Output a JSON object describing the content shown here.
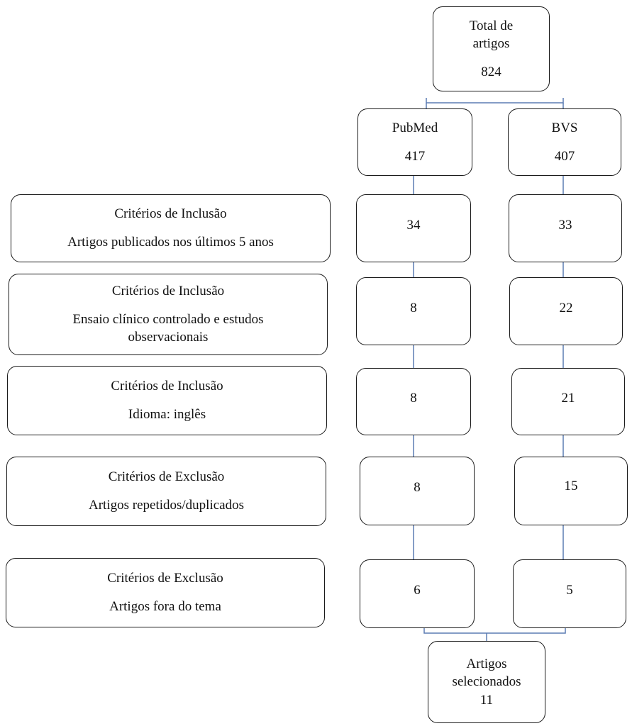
{
  "total": {
    "label_line1": "Total de",
    "label_line2": "artigos",
    "value": "824"
  },
  "sources": [
    {
      "name": "PubMed",
      "value": "417"
    },
    {
      "name": "BVS",
      "value": "407"
    }
  ],
  "steps": [
    {
      "heading": "Critérios de Inclusão",
      "desc_line1": "Artigos publicados nos últimos 5 anos",
      "desc_line2": "",
      "pubmed": "34",
      "bvs": "33"
    },
    {
      "heading": "Critérios de Inclusão",
      "desc_line1": "Ensaio clínico controlado e estudos",
      "desc_line2": "observacionais",
      "pubmed": "8",
      "bvs": "22"
    },
    {
      "heading": "Critérios de Inclusão",
      "desc_line1": "Idioma: inglês",
      "desc_line2": "",
      "pubmed": "8",
      "bvs": "21"
    },
    {
      "heading": "Critérios de Exclusão",
      "desc_line1": "Artigos repetidos/duplicados",
      "desc_line2": "",
      "pubmed": "8",
      "bvs": "15"
    },
    {
      "heading": "Critérios de Exclusão",
      "desc_line1": "Artigos fora do tema",
      "desc_line2": "",
      "pubmed": "6",
      "bvs": "5"
    }
  ],
  "result": {
    "label_line1": "Artigos",
    "label_line2": "selecionados",
    "value": "11"
  }
}
